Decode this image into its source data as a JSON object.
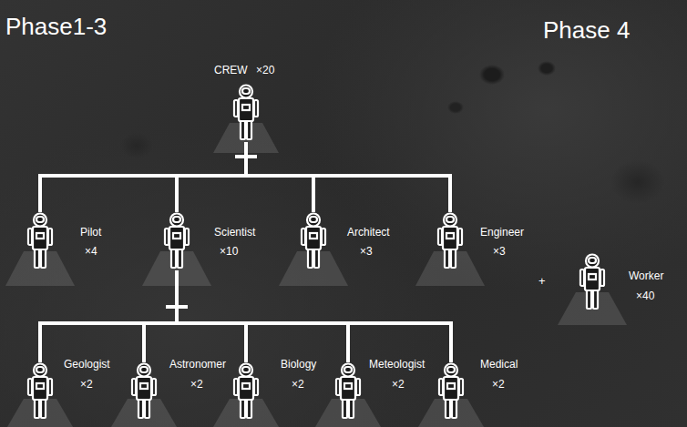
{
  "diagram": {
    "nodes": [
      {
        "text": [
          "CREW",
          "×20"
        ]
      },
      {
        "text": [
          "Pilot",
          "×4"
        ]
      },
      {
        "text": [
          "Scientist",
          "×10"
        ]
      },
      {
        "text": [
          "Architect",
          "×3"
        ]
      },
      {
        "text": [
          "Engineer",
          "×3"
        ]
      },
      {
        "text": [
          "Worker",
          "×40"
        ]
      },
      {
        "text": [
          "Geologist",
          "×2"
        ]
      },
      {
        "text": [
          "Astronomer",
          "×2"
        ]
      },
      {
        "text": [
          "Biology",
          "×2"
        ]
      },
      {
        "text": [
          "Meteologist",
          "×2"
        ]
      },
      {
        "text": [
          "Medical",
          "×2"
        ]
      }
    ],
    "edges": [
      {
        "from": 0,
        "to": 1,
        "arrow": "none"
      },
      {
        "from": 0,
        "to": 2,
        "arrow": "none"
      },
      {
        "from": 0,
        "to": 3,
        "arrow": "none"
      },
      {
        "from": 0,
        "to": 4,
        "arrow": "none"
      },
      {
        "from": 2,
        "to": 6,
        "arrow": "none"
      },
      {
        "from": 2,
        "to": 7,
        "arrow": "none"
      },
      {
        "from": 2,
        "to": 8,
        "arrow": "none"
      },
      {
        "from": 2,
        "to": 9,
        "arrow": "none"
      },
      {
        "from": 2,
        "to": 10,
        "arrow": "none"
      }
    ],
    "labels": [
      "Phase1-3",
      "Phase 4",
      "+"
    ]
  }
}
